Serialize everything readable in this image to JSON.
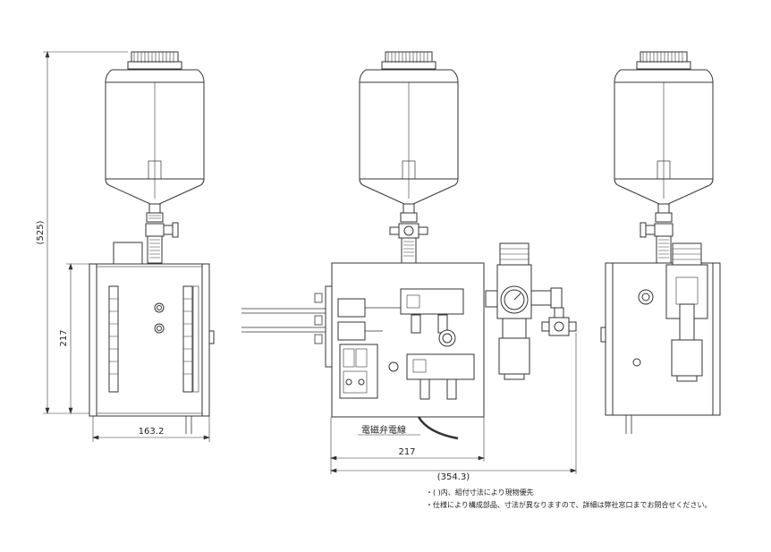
{
  "dimensions": {
    "overall_height": "(525)",
    "body_height": "217",
    "side_width": "163.2",
    "front_width": "217",
    "total_width": "(354.3)"
  },
  "labels": {
    "solenoid_wire": "電磁弁電線"
  },
  "notes": [
    "・( )内、組付寸法により現物優先",
    "・仕様により構成部品、寸法が異なりますので、詳細は弊社窓口までお問合せください。"
  ]
}
